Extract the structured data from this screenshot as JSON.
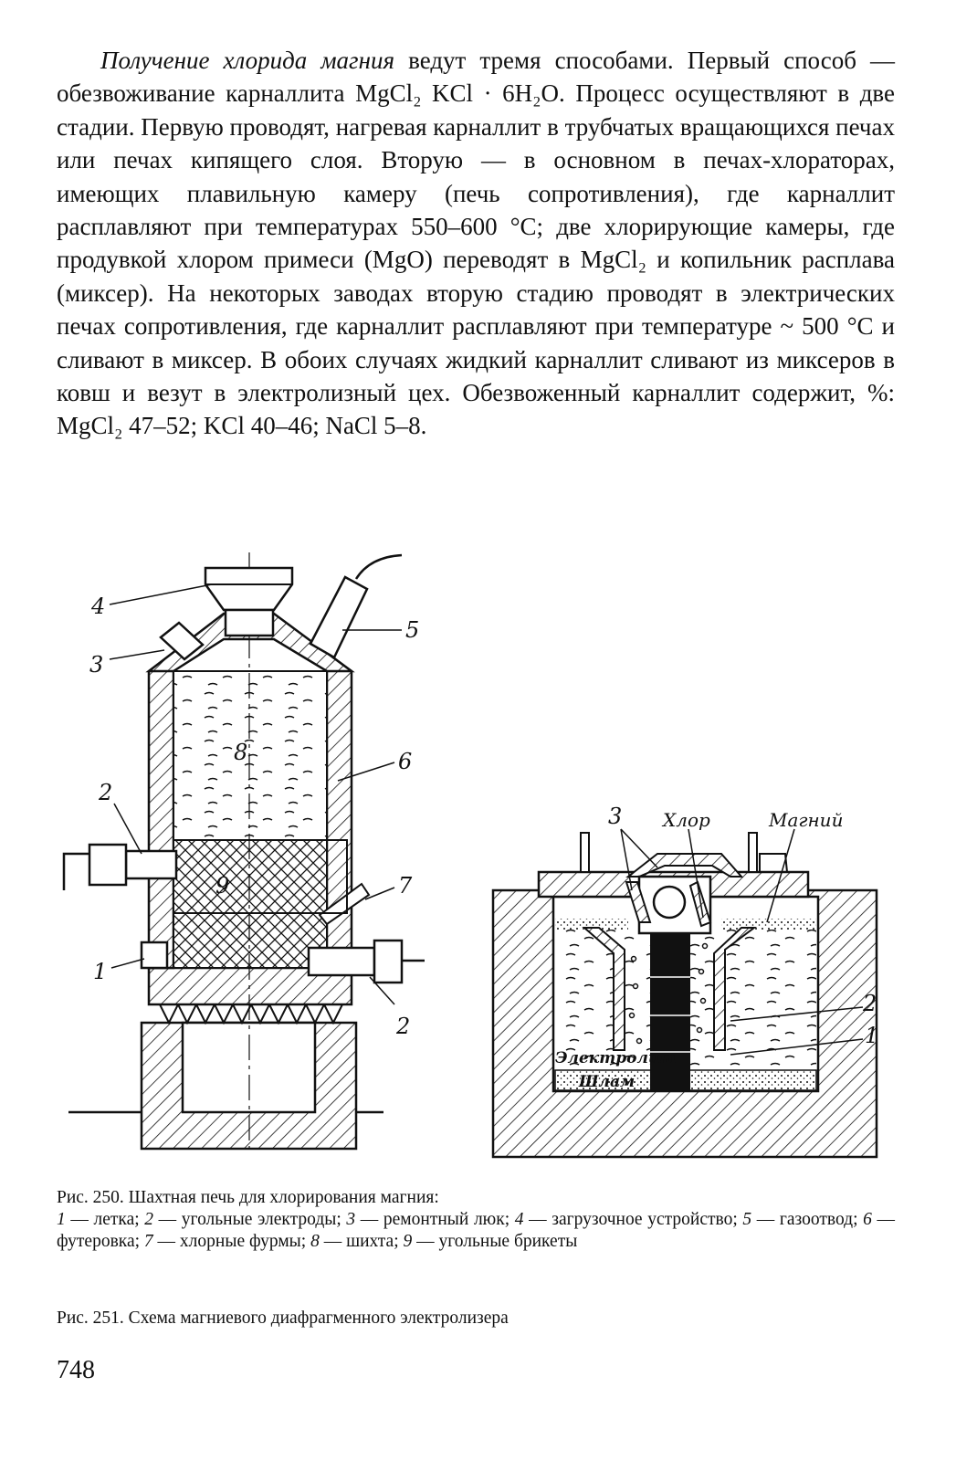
{
  "body": {
    "lead_italic": "Получение хлорида магния",
    "paragraph_rest": " ведут тремя способами. Первый способ — обезвоживание карналлита MgCl₂ KCl · 6H₂O. Процесс осуществляют в две стадии. Первую проводят, нагревая карналлит в трубчатых вращающихся печах или печах кипящего слоя. Вторую — в основном в печах-хлораторах, имеющих плавильную камеру (печь сопротивления), где карналлит расплавляют при температурах 550–600 °C; две хлорирующие камеры, где продувкой хлором примеси (MgO) переводят в MgCl₂ и копильник расплава (миксер). На некоторых заводах вторую стадию проводят в электрических печах сопротивления, где карналлит расплавляют при температуре ~ 500 °C и сливают в миксер. В обоих случаях жидкий карналлит сливают из миксеров в ковш и везут в электролизный цех. Обезвоженный карналлит содержит, %: MgCl₂ 47–52; KCl 40–46; NaCl 5–8."
  },
  "figure_250": {
    "labels": [
      "1",
      "2",
      "2",
      "3",
      "4",
      "5",
      "6",
      "7",
      "8",
      "9"
    ],
    "caption_title": "Рис. 250. Шахтная печь для хлорирования магния:",
    "legend": [
      {
        "num": "1",
        "text": " — летка; "
      },
      {
        "num": "2",
        "text": " — угольные электроды; "
      },
      {
        "num": "3",
        "text": " — ремонтный люк; "
      },
      {
        "num": "4",
        "text": " — загрузочное устройство; "
      },
      {
        "num": "5",
        "text": " — газоотвод; "
      },
      {
        "num": "6",
        "text": " — футеровка; "
      },
      {
        "num": "7",
        "text": " — хлорные фурмы; "
      },
      {
        "num": "8",
        "text": " — шихта; "
      },
      {
        "num": "9",
        "text": " — угольные брикеты"
      }
    ]
  },
  "figure_251": {
    "labels": {
      "l3": "3",
      "chlorine": "Хлор",
      "magnesium": "Магний",
      "l2": "2",
      "l1": "1",
      "electrolyte": "Электролит",
      "sludge": "Шлам"
    },
    "caption": "Рис. 251. Схема магниевого диафрагменного электролизера"
  },
  "page_number": "748"
}
